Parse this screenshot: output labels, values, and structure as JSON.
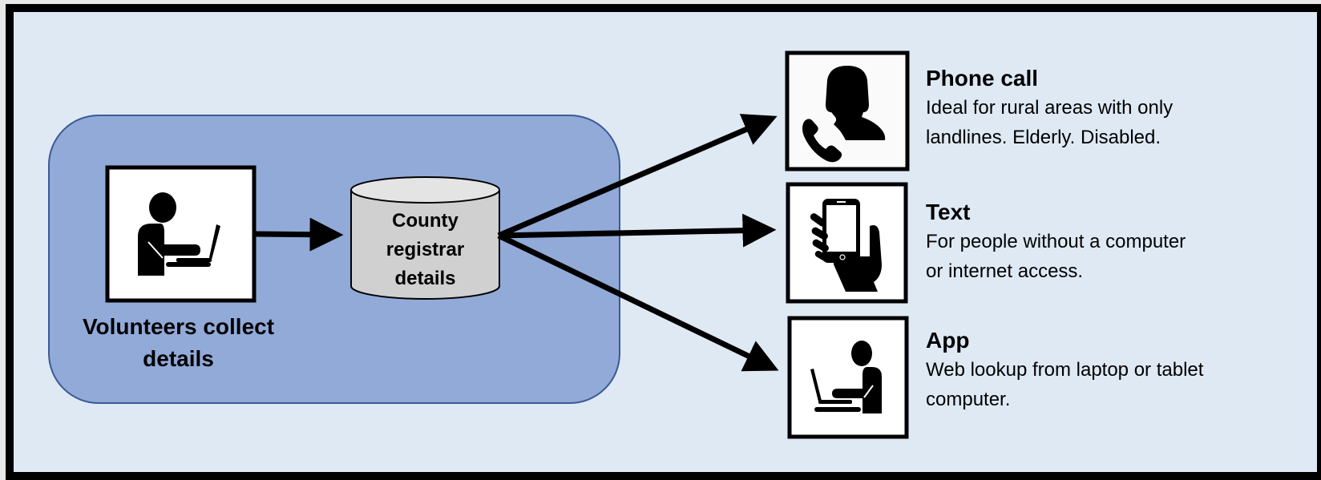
{
  "diagram": {
    "source": {
      "label_line1": "Volunteers collect",
      "label_line2": "details",
      "icon": "person-at-laptop-icon"
    },
    "database": {
      "label_line1": "County",
      "label_line2": "registrar",
      "label_line3": "details",
      "icon": "database-cylinder"
    },
    "channels": [
      {
        "title": "Phone call",
        "desc_line1": "Ideal for rural areas with only",
        "desc_line2": "landlines. Elderly. Disabled.",
        "icon": "woman-phone-icon"
      },
      {
        "title": "Text",
        "desc_line1": "For people without a computer",
        "desc_line2": "or internet access.",
        "icon": "hand-holding-phone-icon"
      },
      {
        "title": "App",
        "desc_line1": "Web lookup from laptop or tablet",
        "desc_line2": "computer.",
        "icon": "person-at-laptop-icon"
      }
    ],
    "colors": {
      "background": "#dfe9f4",
      "group_fill": "#92aad8",
      "group_stroke": "#3a5a95",
      "database_fill": "#d0d0d0",
      "database_top": "#e4e4e4",
      "border": "#000000"
    }
  }
}
